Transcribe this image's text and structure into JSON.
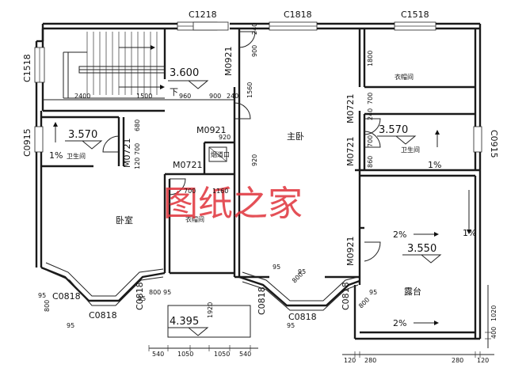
{
  "watermark": "图纸之家",
  "rooms": {
    "master_bedroom": "主卧",
    "bedroom": "卧室",
    "closet_right": "衣帽间",
    "closet_mid": "衣帽间",
    "bath_left": "卫生间",
    "bath_right": "卫生间",
    "terrace": "露台",
    "shaft": "烟道口"
  },
  "windows": {
    "top_left": "C1218",
    "top_mid": "C1818",
    "top_right": "C1518",
    "left": "C1518",
    "left_bath": "C0915",
    "right_bath": "C0915",
    "bay_left_a": "C0818",
    "bay_left_b": "C0818",
    "bay_left_bottom": "C0818",
    "bay_right_a": "C0818",
    "bay_right_b": "C0818",
    "bay_right_bottom": "C0818"
  },
  "doors": {
    "d1": "M0921",
    "d2": "M0921",
    "d3": "M0721",
    "d4": "M0721",
    "d5": "M0721",
    "d6": "M0721",
    "d7": "M0921"
  },
  "elevations": {
    "stair": "3.600",
    "bath_left": "3.570",
    "bath_right": "3.570",
    "terrace": "3.550",
    "balcony": "4.395"
  },
  "slopes": {
    "bath_left": "1%",
    "bath_right": "1%",
    "terrace_edge": "1%",
    "terrace_top": "2%",
    "terrace_bottom": "2%"
  },
  "stair_down": "下",
  "dims": {
    "d2400": "2400",
    "d1500": "1500",
    "d960": "960",
    "d900a": "900",
    "d240a": "240",
    "d900v": "900",
    "d240v": "240",
    "d1800": "1800",
    "d1560": "1560",
    "d700r": "700",
    "d240r": "240",
    "d700l": "700",
    "d680": "680",
    "d120": "120",
    "d920a": "920",
    "d920v": "920",
    "d860": "860",
    "d700m": "700",
    "d1160": "1160",
    "d700r2": "700",
    "d1920": "1920",
    "d540a": "540",
    "d1050a": "1050",
    "d1050b": "1050",
    "d540b": "540",
    "d120a": "120",
    "d280a": "280",
    "d280b": "280",
    "d120b": "120",
    "d1020": "1020",
    "d400": "400",
    "b95a": "95",
    "b800a": "800",
    "b95b": "95",
    "b95c": "95",
    "b800b": "800",
    "b95d": "95",
    "b95e": "95",
    "b800c": "800",
    "b95f": "95",
    "b95g": "95",
    "b800d": "800",
    "b95h": "95"
  }
}
